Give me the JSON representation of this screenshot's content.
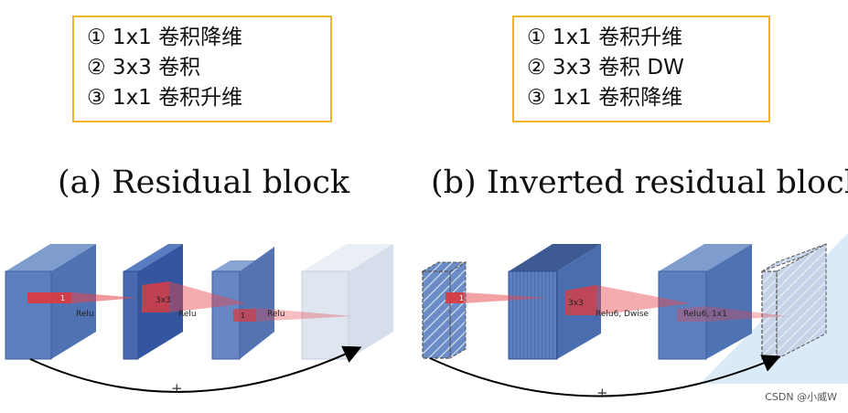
{
  "legend_left": {
    "line1": "① 1x1 卷积降维",
    "line2": "② 3x3 卷积",
    "line3": "③ 1x1 卷积升维"
  },
  "legend_right": {
    "line1": "① 1x1 卷积升维",
    "line2": "② 3x3 卷积 DW",
    "line3": "③ 1x1 卷积降维"
  },
  "captions": {
    "a": "(a) Residual block",
    "b": "(b) Inverted residual block"
  },
  "residual_labels": {
    "relu1": "Relu",
    "conv3": "3x3",
    "relu2": "Relu",
    "relu3": "Relu",
    "one_a": "1",
    "one_b": "1",
    "plus": "+"
  },
  "inverted_labels": {
    "conv3": "3x3",
    "relu6_dwise": "Relu6, Dwise",
    "relu6_1x1": "Relu6, 1x1",
    "one": "1",
    "plus": "+"
  },
  "colors": {
    "legend_border": "#f0b429",
    "block_face": "#5b7fbe",
    "block_dark": "#3f5f9f",
    "block_light": "#dce3ef",
    "kernel_red": "#e8464c",
    "bg_triangle": "#dbeaf7"
  },
  "watermark": "CSDN @小威W"
}
